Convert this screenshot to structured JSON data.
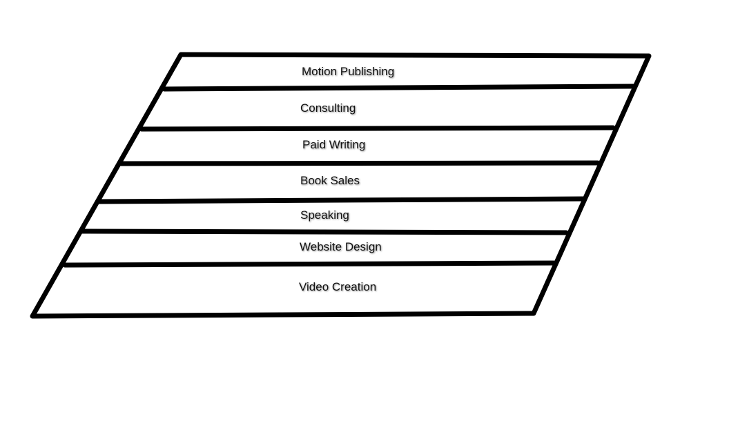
{
  "layers": [
    {
      "id": "motion-publishing",
      "label": "Motion Publishing"
    },
    {
      "id": "consulting",
      "label": "Consulting"
    },
    {
      "id": "paid-writing",
      "label": "Paid Writing"
    },
    {
      "id": "book-sales",
      "label": "Book Sales"
    },
    {
      "id": "speaking",
      "label": "Speaking"
    },
    {
      "id": "website-design",
      "label": "Website Design"
    },
    {
      "id": "video-creation",
      "label": "Video Creation"
    }
  ]
}
